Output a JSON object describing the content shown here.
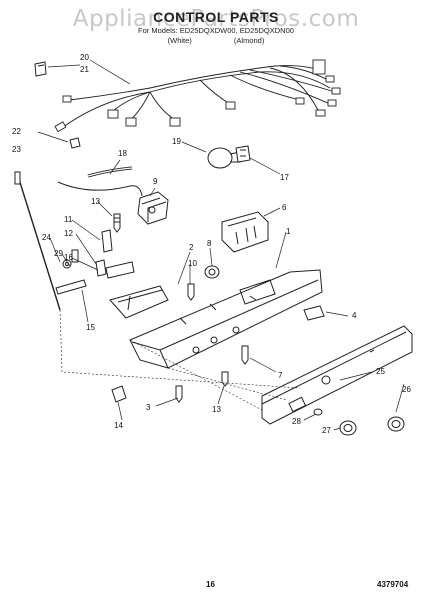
{
  "watermark": "AppliancePartsPros.com",
  "header": {
    "title": "CONTROL PARTS",
    "models_line": "For Models: ED25DQXDW00, ED25DQXDN00",
    "color_white": "(White)",
    "color_almond": "(Almond)"
  },
  "callouts": [
    "20",
    "21",
    "22",
    "23",
    "18",
    "9",
    "13",
    "6",
    "1",
    "11",
    "12",
    "16",
    "24",
    "29",
    "10",
    "2",
    "8",
    "15",
    "4",
    "19",
    "17",
    "7",
    "13",
    "3",
    "14",
    "25",
    "26",
    "28",
    "27"
  ],
  "footer": {
    "page_number": "16",
    "diagram_number": "4379704"
  }
}
